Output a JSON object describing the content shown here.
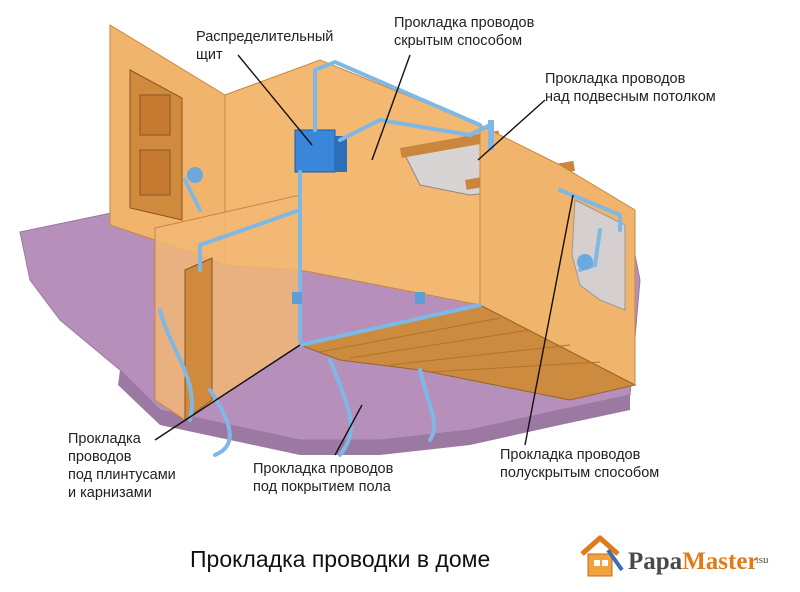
{
  "labels": {
    "panel": "Распределительный\nщит",
    "hidden": "Прокладка проводов\nскрытым способом",
    "ceiling": "Прокладка проводов\nнад подвесным потолком",
    "baseboard": "Прокладка\nпроводов\nпод плинтусами\nи карнизами",
    "floor": "Прокладка проводов\nпод покрытием пола",
    "semi_hidden": "Прокладка проводов\nполускрытым способом"
  },
  "title": "Прокладка проводки в доме",
  "logo": {
    "brand_part1": "Papa",
    "brand_part2": "Master",
    "suffix": ".su"
  },
  "colors": {
    "wall": "#f0b46c",
    "wall_dark": "#d9924a",
    "floor_ground": "#b48fb8",
    "wood": "#c9863c",
    "cable": "#7fb8e4",
    "panel": "#3a86d8"
  }
}
